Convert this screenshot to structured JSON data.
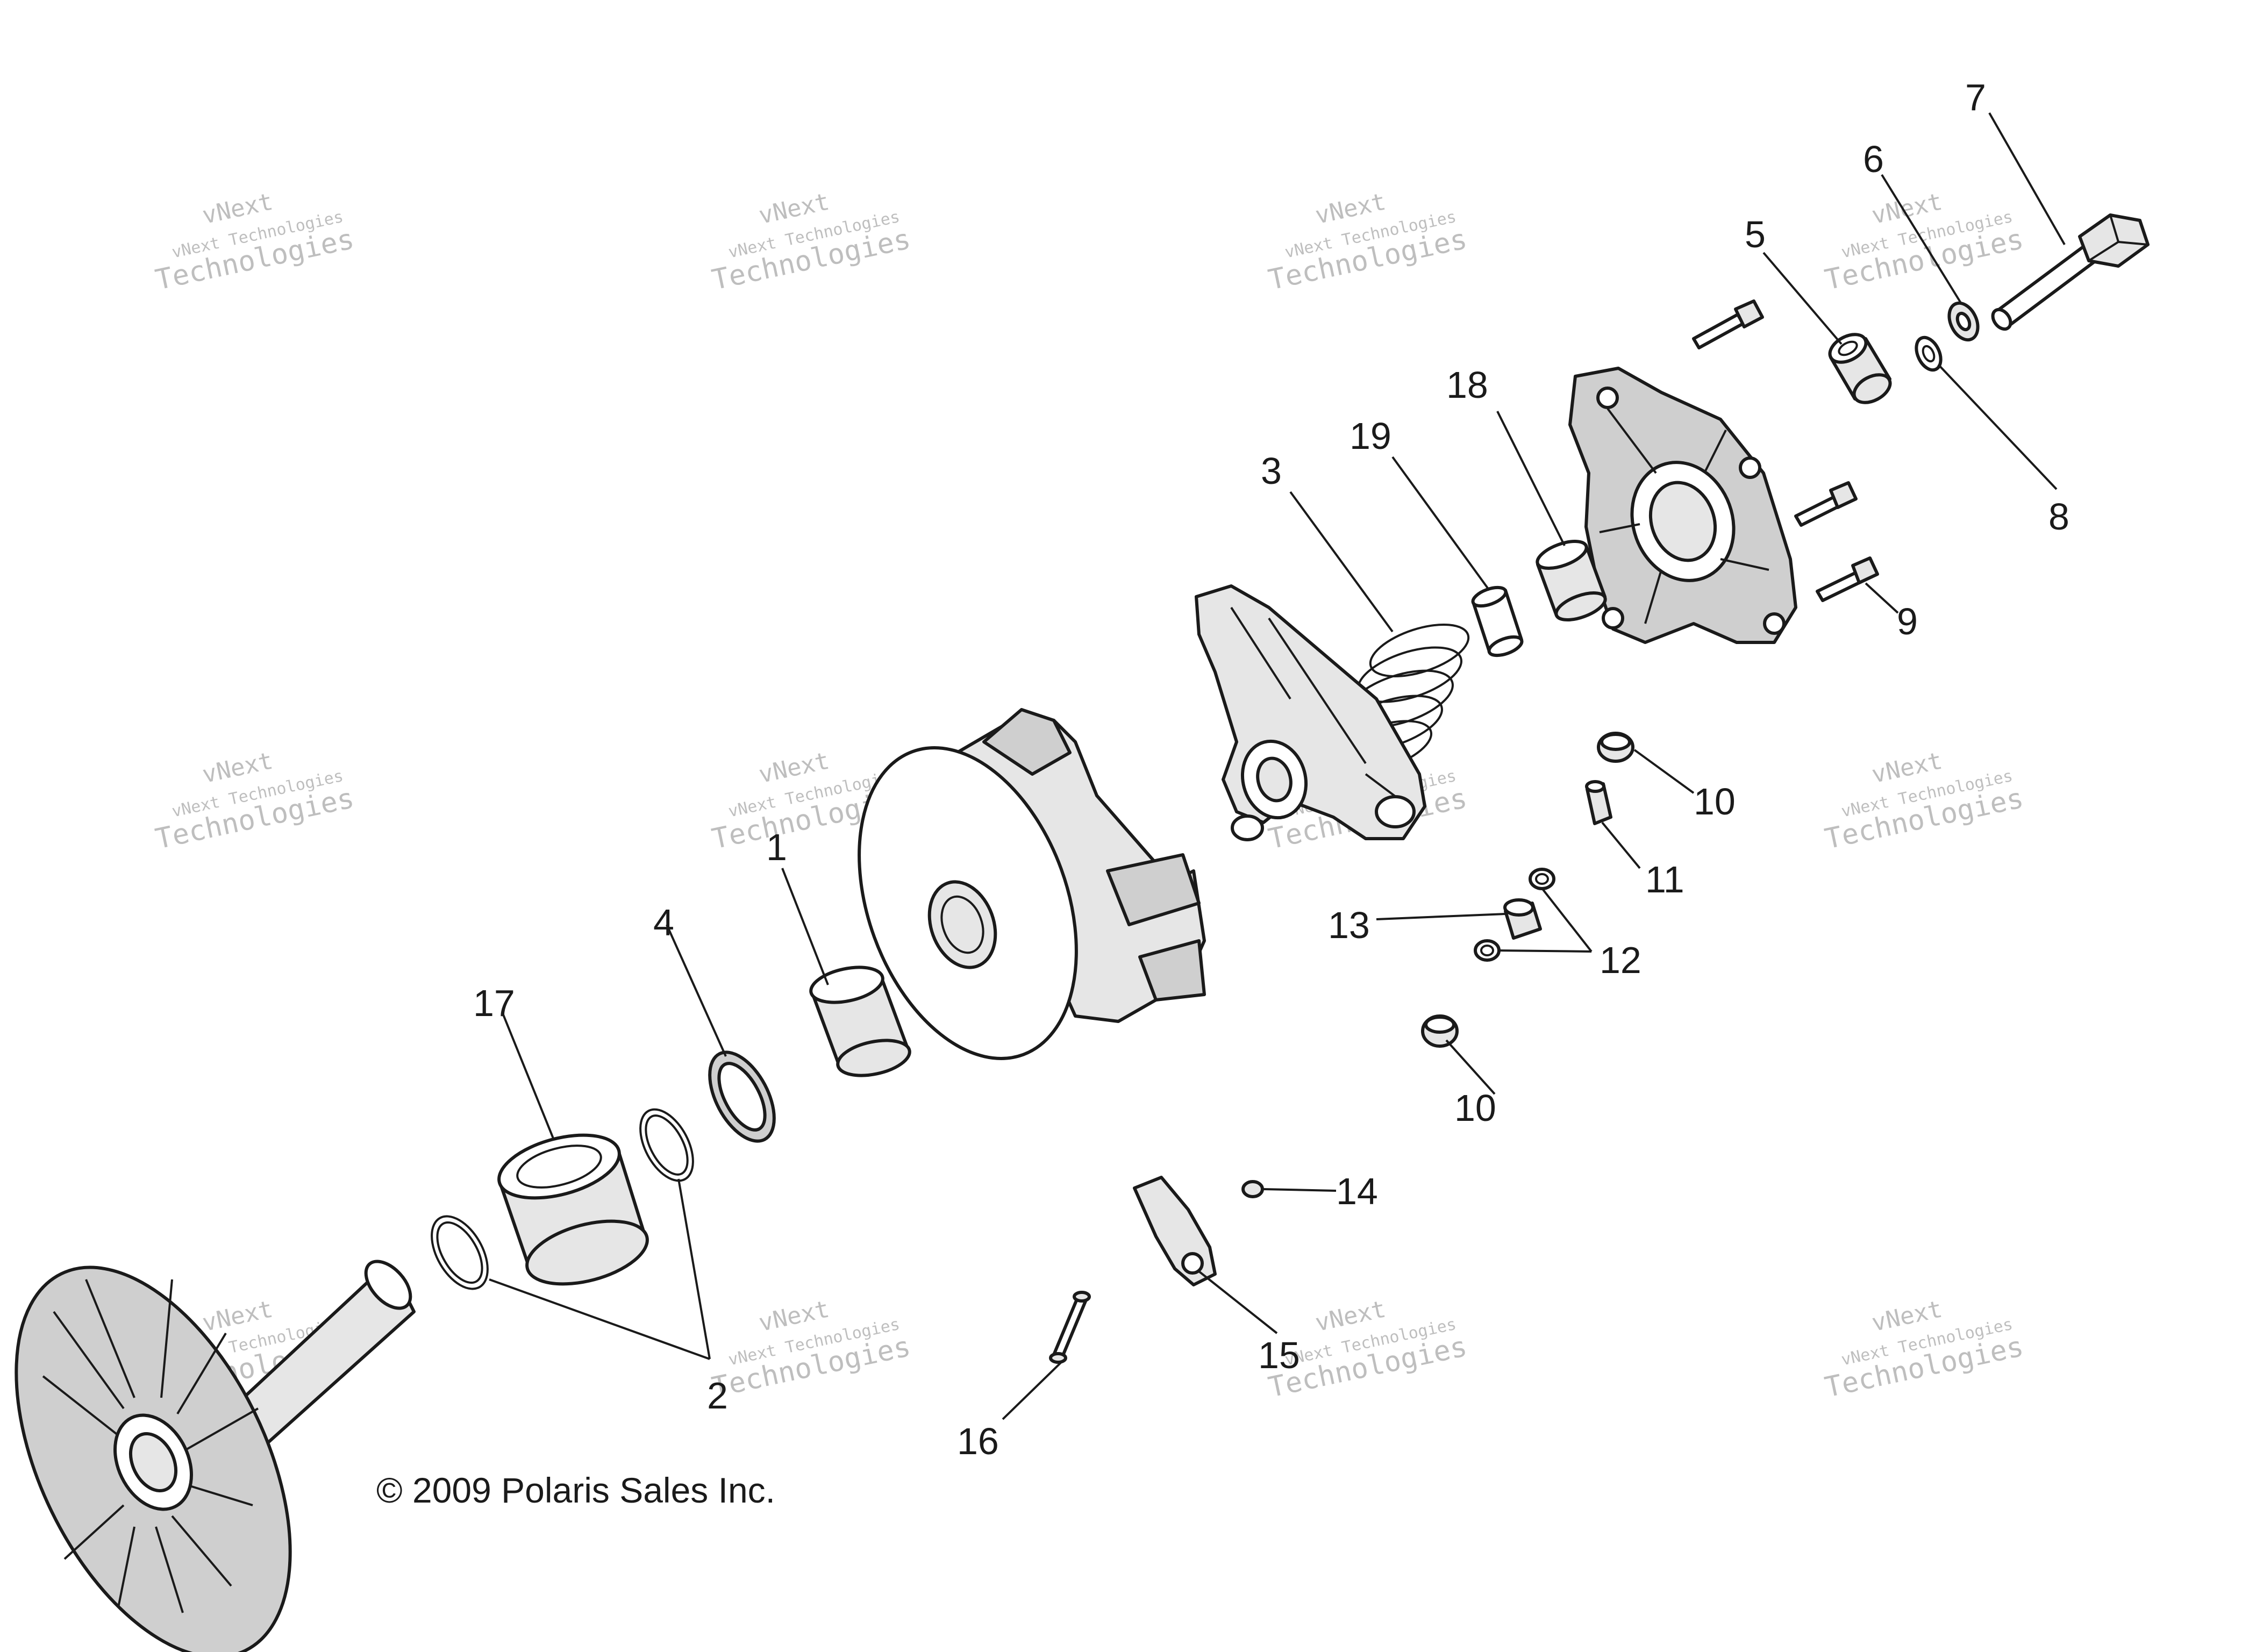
{
  "copyright": "© 2009 Polaris Sales Inc.",
  "watermark": {
    "line1": "vNext",
    "line2": "vNext Technologies",
    "line3": "Technologies"
  },
  "callouts": [
    {
      "id": "1",
      "label": "1"
    },
    {
      "id": "2",
      "label": "2"
    },
    {
      "id": "3",
      "label": "3"
    },
    {
      "id": "4",
      "label": "4"
    },
    {
      "id": "5",
      "label": "5"
    },
    {
      "id": "6",
      "label": "6"
    },
    {
      "id": "7",
      "label": "7"
    },
    {
      "id": "8",
      "label": "8"
    },
    {
      "id": "9",
      "label": "9"
    },
    {
      "id": "10a",
      "label": "10"
    },
    {
      "id": "10b",
      "label": "10"
    },
    {
      "id": "11",
      "label": "11"
    },
    {
      "id": "12",
      "label": "12"
    },
    {
      "id": "13",
      "label": "13"
    },
    {
      "id": "14",
      "label": "14"
    },
    {
      "id": "15",
      "label": "15"
    },
    {
      "id": "16",
      "label": "16"
    },
    {
      "id": "17",
      "label": "17"
    },
    {
      "id": "18",
      "label": "18"
    },
    {
      "id": "19",
      "label": "19"
    }
  ],
  "colors": {
    "line": "#1a1a1a",
    "background": "#ffffff",
    "watermark": "#8a8a8a"
  }
}
